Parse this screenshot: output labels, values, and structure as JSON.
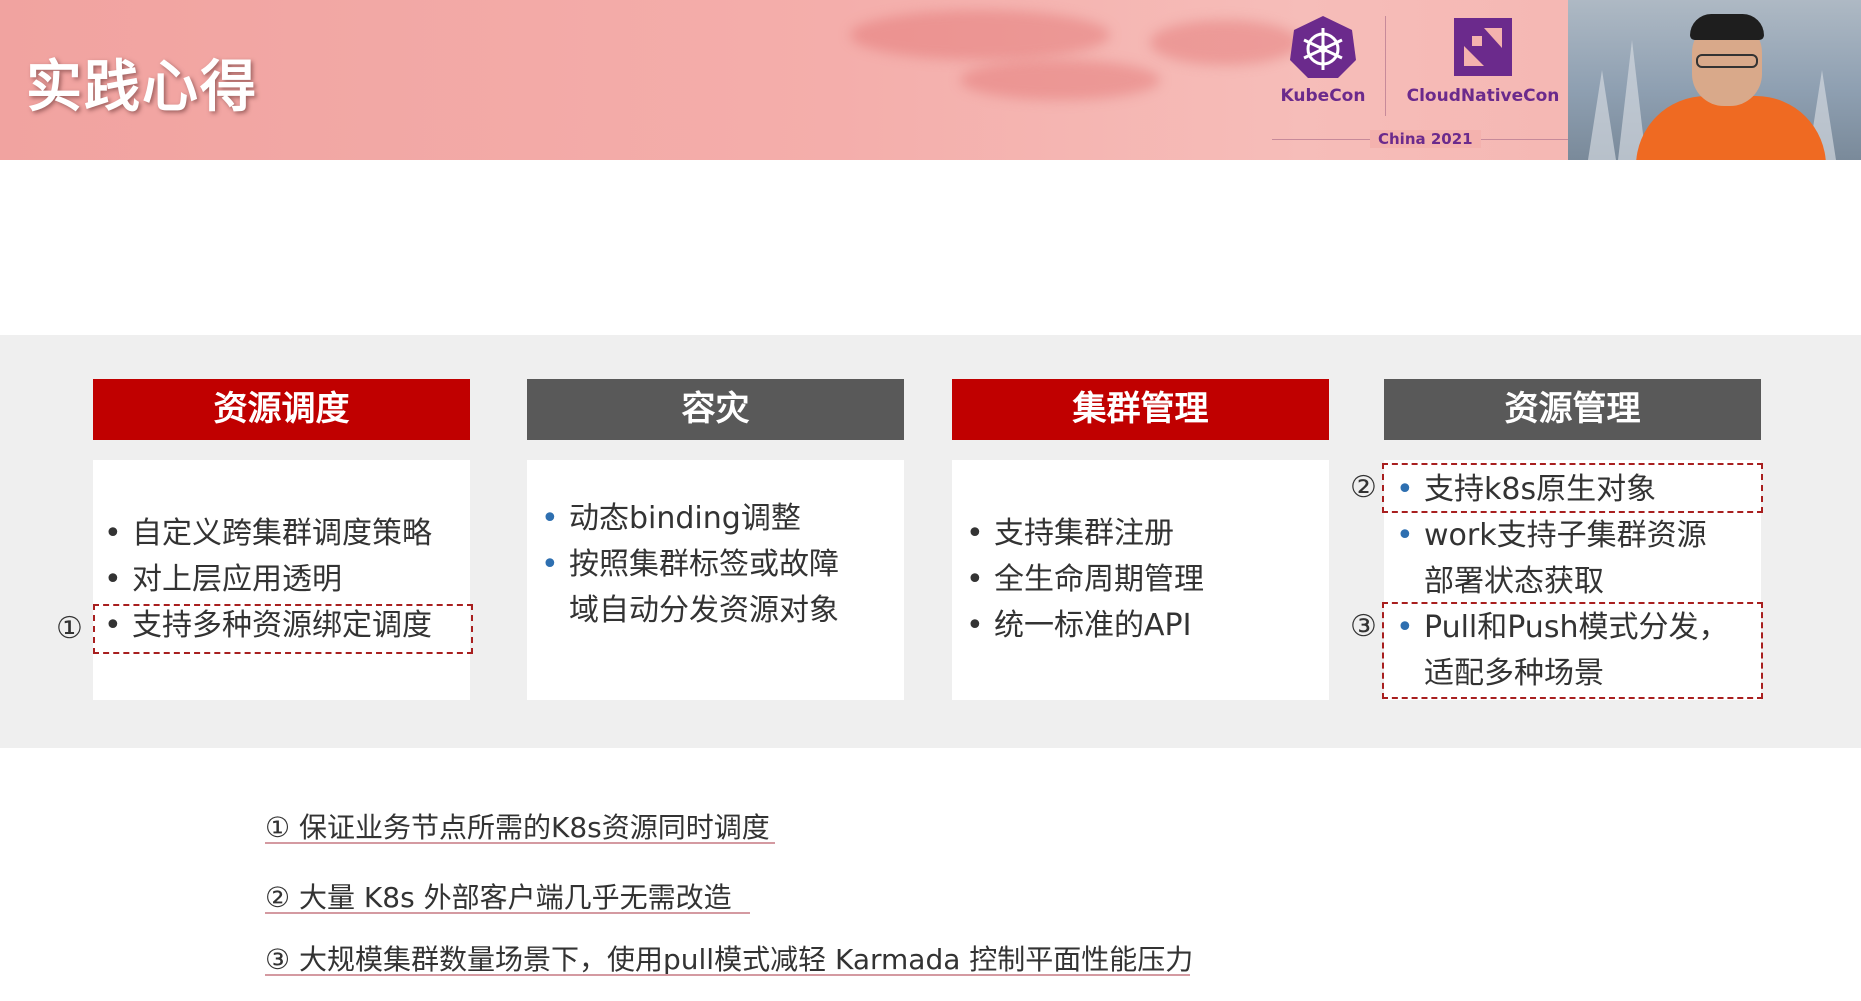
{
  "header": {
    "title": "实践心得",
    "logo_kubecon": "KubeCon",
    "logo_cloudnative": "CloudNativeCon",
    "logo_china": "China 2021"
  },
  "cards": [
    {
      "title": "资源调度",
      "items": [
        "自定义跨集群调度策略",
        "对上层应用透明",
        "支持多种资源绑定调度"
      ]
    },
    {
      "title": "容灾",
      "items": [
        "动态binding调整",
        "按照集群标签或故障",
        "域自动分发资源对象"
      ]
    },
    {
      "title": "集群管理",
      "items": [
        "支持集群注册",
        "全生命周期管理",
        "统一标准的API"
      ]
    },
    {
      "title": "资源管理",
      "items": [
        "支持k8s原生对象",
        "work支持子集群资源",
        "部署状态获取",
        "Pull和Push模式分发，",
        "适配多种场景"
      ]
    }
  ],
  "markers": [
    "①",
    "②",
    "③"
  ],
  "notes": [
    "① 保证业务节点所需的K8s资源同时调度",
    "② 大量 K8s 外部客户端几乎无需改造",
    "③ 大规模集群数量场景下，使用pull模式减轻 Karmada 控制平面性能压力"
  ],
  "colors": {
    "header_bg": "#f4aeab",
    "accent_red": "#c00000",
    "accent_grey": "#595959",
    "logo_purple": "#6b2a8c",
    "band_bg": "#efefef"
  }
}
